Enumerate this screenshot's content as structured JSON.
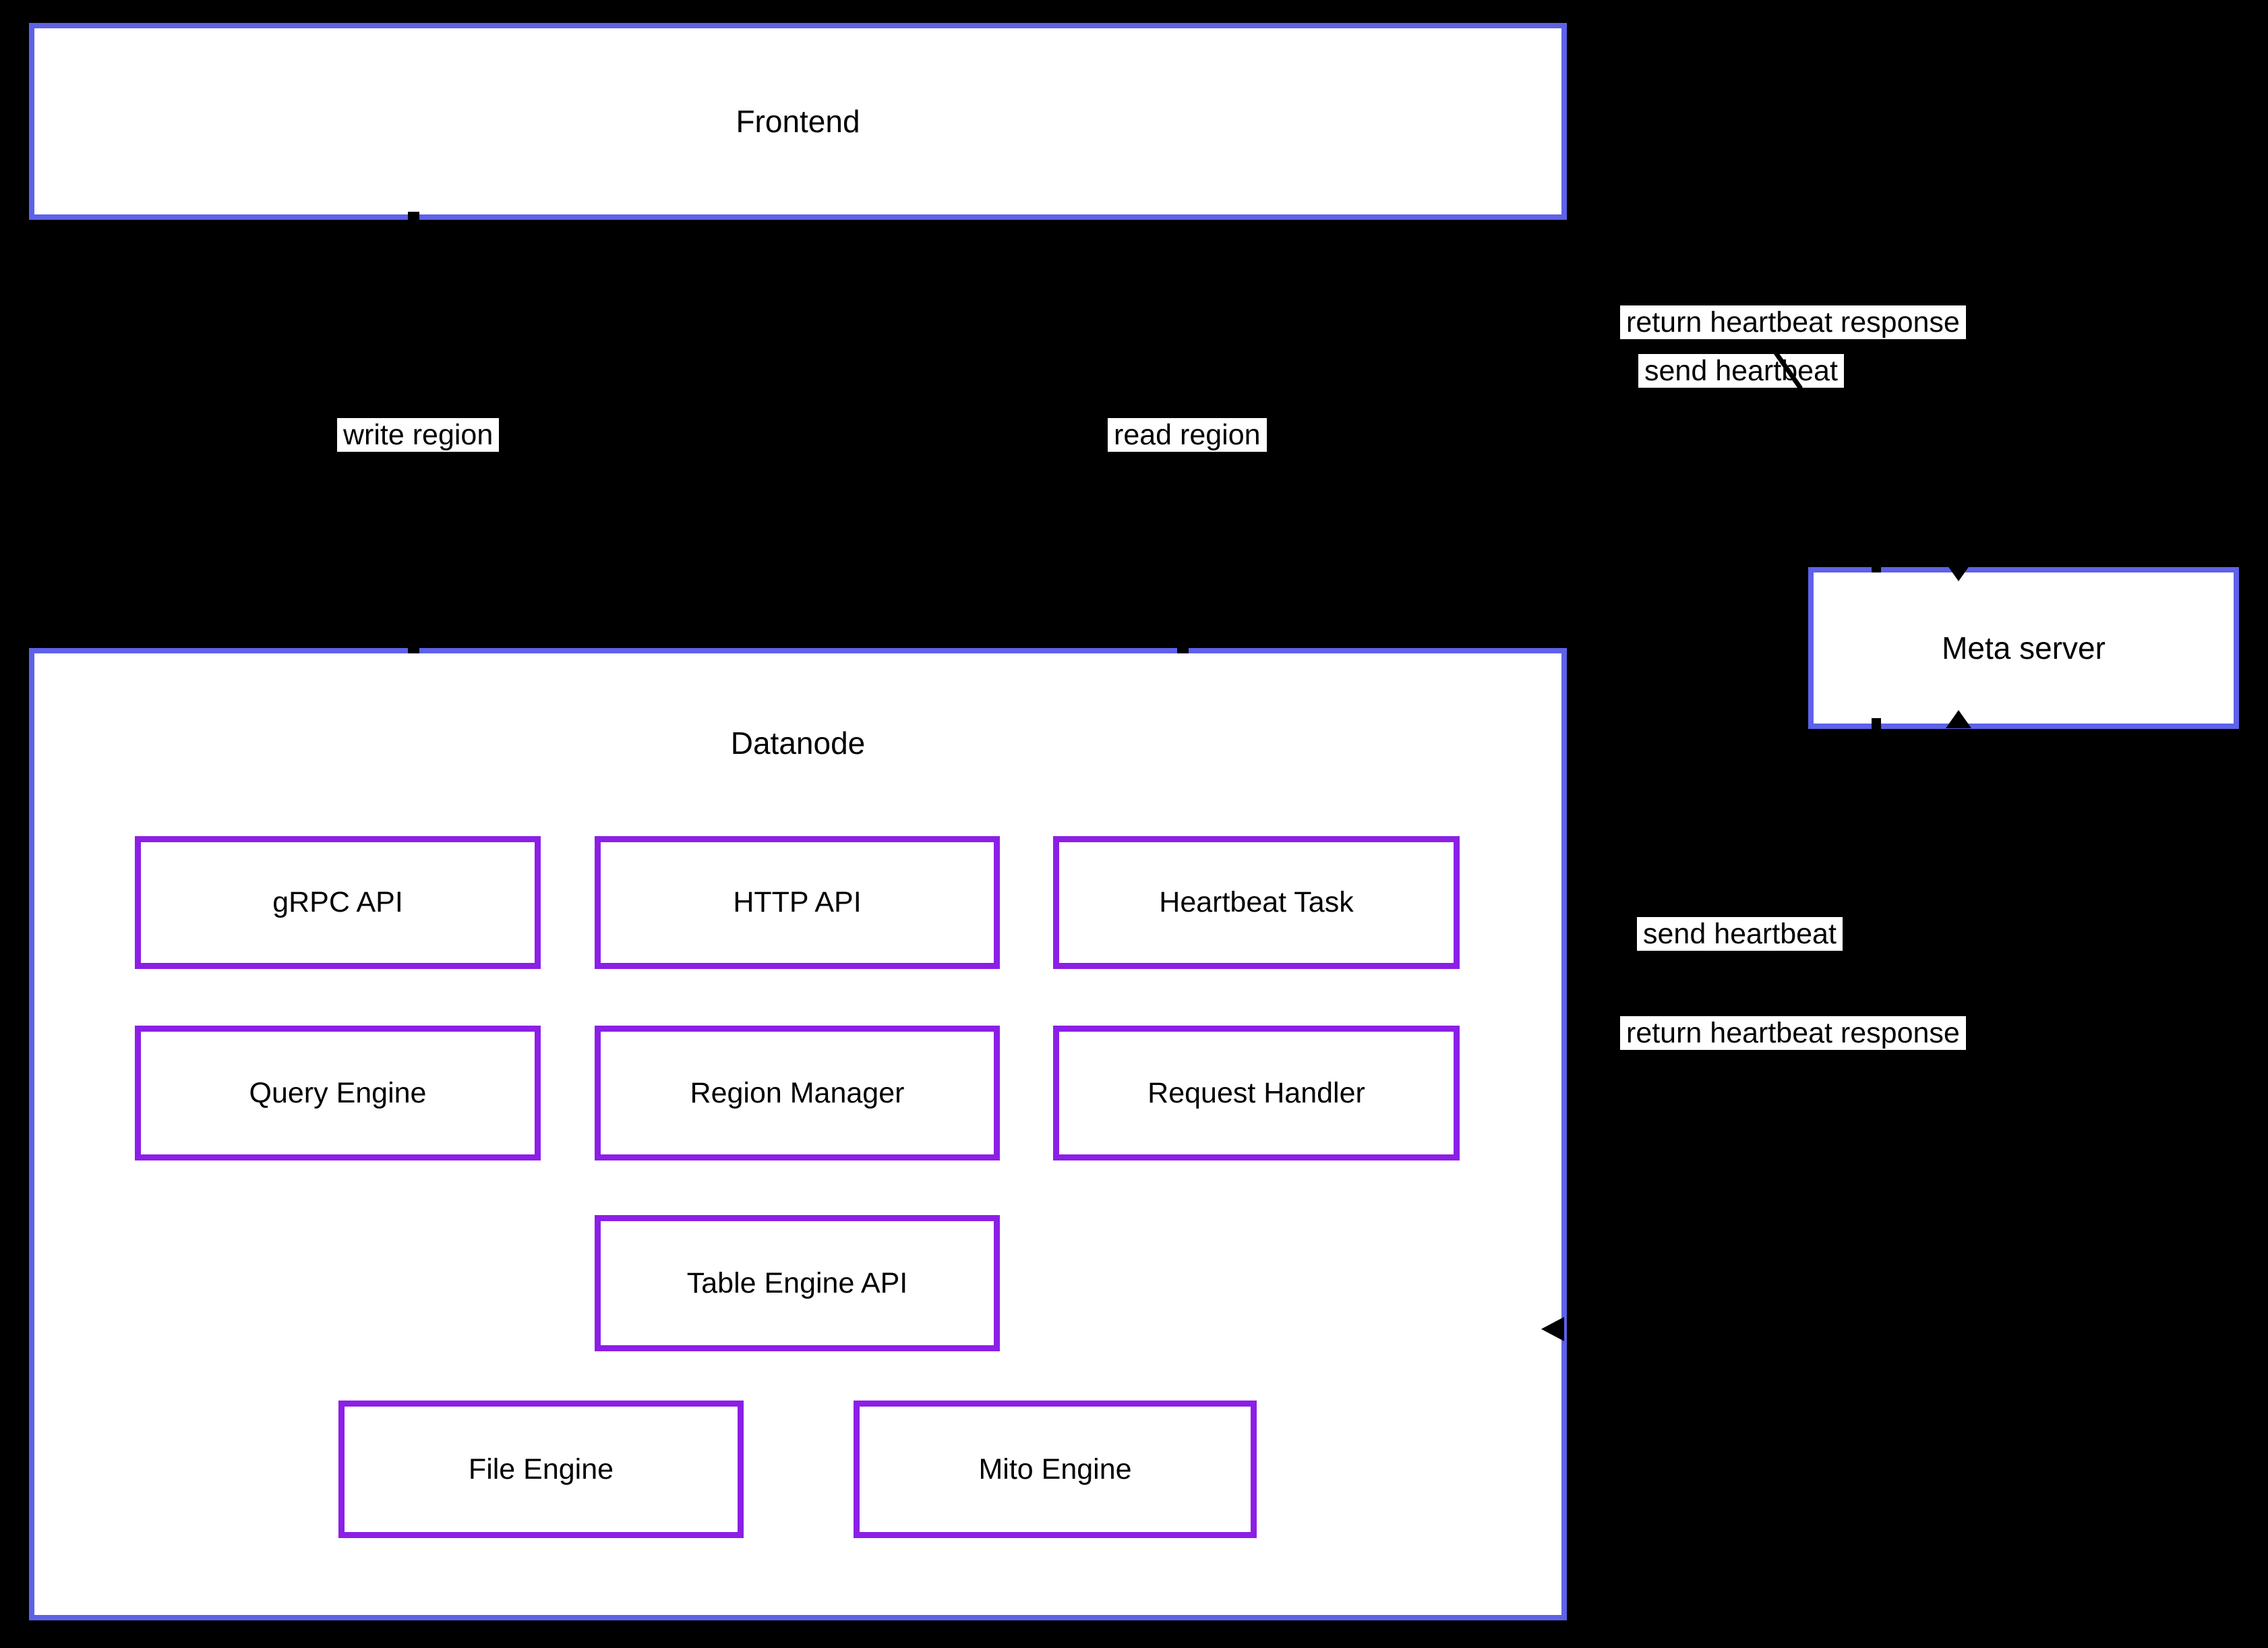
{
  "diagram": {
    "title": "GreptimeDB-style architecture diagram",
    "background": "#000000"
  },
  "colors": {
    "background": "#000000",
    "node_fill": "#ffffff",
    "container_border_blue": "#5e62e9",
    "component_border_purple": "#8c1fe6",
    "text": "#000000",
    "edge_label_bg": "#ffffff"
  },
  "nodes": {
    "frontend": {
      "label": "Frontend"
    },
    "datanode": {
      "label": "Datanode"
    },
    "meta_server": {
      "label": "Meta server"
    }
  },
  "components": {
    "grpc_api": "gRPC API",
    "http_api": "HTTP API",
    "heartbeat_task": "Heartbeat Task",
    "query_engine": "Query Engine",
    "region_manager": "Region Manager",
    "request_handler": "Request Handler",
    "table_engine_api": "Table Engine API",
    "file_engine": "File Engine",
    "mito_engine": "Mito Engine"
  },
  "edge_labels": {
    "write_region": "write region",
    "read_region": "read region",
    "return_heartbeat_frontend": "return heartbeat response",
    "send_heartbeat_frontend": "send heartbeat",
    "send_heartbeat_datanode": "send heartbeat",
    "return_heartbeat_datanode": "return heartbeat response"
  }
}
